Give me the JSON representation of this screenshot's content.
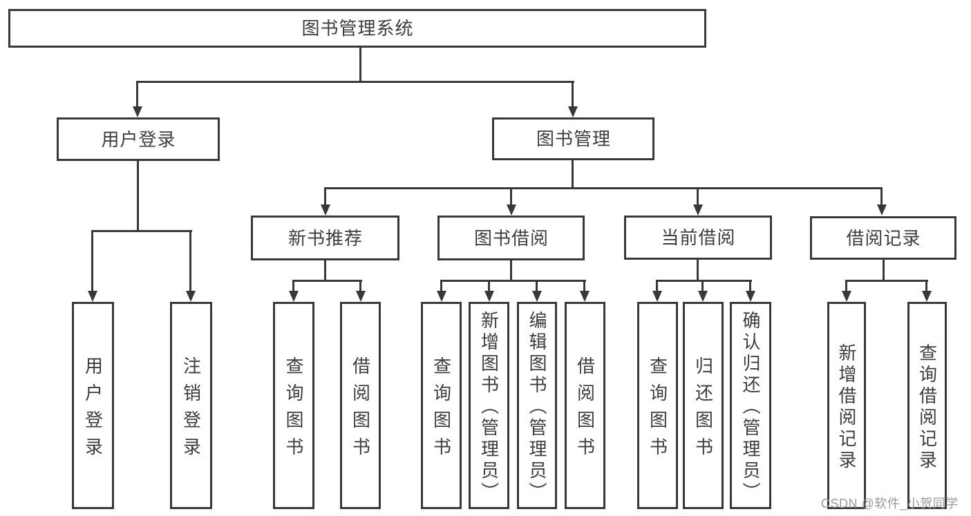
{
  "tree": {
    "label": "图书管理系统",
    "children": [
      {
        "label": "用户登录",
        "children": [
          {
            "label": "用户登录"
          },
          {
            "label": "注销登录"
          }
        ]
      },
      {
        "label": "图书管理",
        "children": [
          {
            "label": "新书推荐",
            "children": [
              {
                "label": "查询图书"
              },
              {
                "label": "借阅图书"
              }
            ]
          },
          {
            "label": "图书借阅",
            "children": [
              {
                "label": "查询图书"
              },
              {
                "label": "新增图书（管理员）"
              },
              {
                "label": "编辑图书（管理员）"
              },
              {
                "label": "借阅图书"
              }
            ]
          },
          {
            "label": "当前借阅",
            "children": [
              {
                "label": "查询图书"
              },
              {
                "label": "归还图书"
              },
              {
                "label": "确认归还（管理员）"
              }
            ]
          },
          {
            "label": "借阅记录",
            "children": [
              {
                "label": "新增借阅记录"
              },
              {
                "label": "查询借阅记录"
              }
            ]
          }
        ]
      }
    ]
  },
  "watermark": {
    "text": "CSDN @软件_小贺同学"
  },
  "colors": {
    "line": "#383838",
    "text": "#3d3d3d",
    "box-bg": "#ffffff",
    "background": "#ffffff",
    "watermark": "#9a9a9a"
  }
}
